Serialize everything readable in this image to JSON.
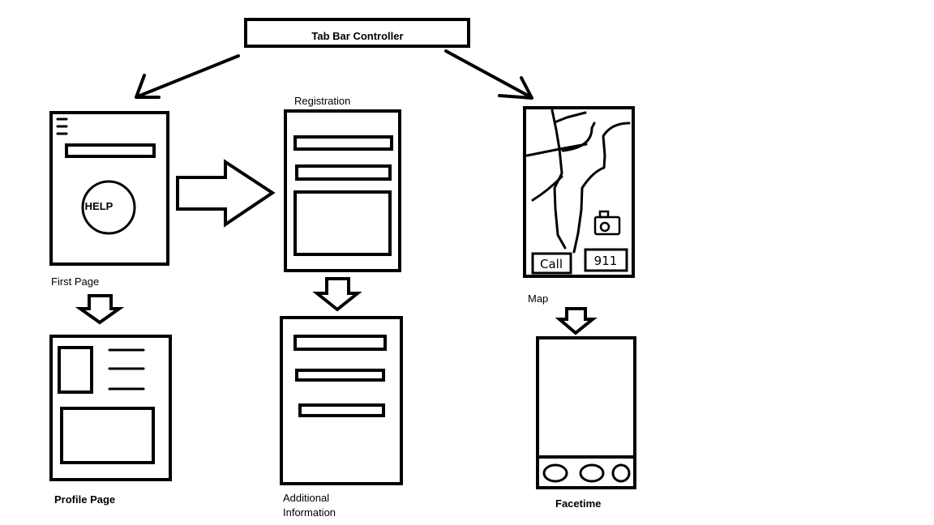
{
  "diagram": {
    "tab_bar_controller": "Tab Bar Controller",
    "screens": {
      "first_page": {
        "label": "First Page",
        "help_text": "HELP"
      },
      "registration": {
        "label": "Registration"
      },
      "map": {
        "label": "Map",
        "call_text": "Call",
        "emergency_text": "911"
      },
      "profile_page": {
        "label": "Profile Page"
      },
      "additional_information": {
        "label_line1": "Additional",
        "label_line2": "Information"
      },
      "facetime": {
        "label": "Facetime"
      }
    }
  }
}
